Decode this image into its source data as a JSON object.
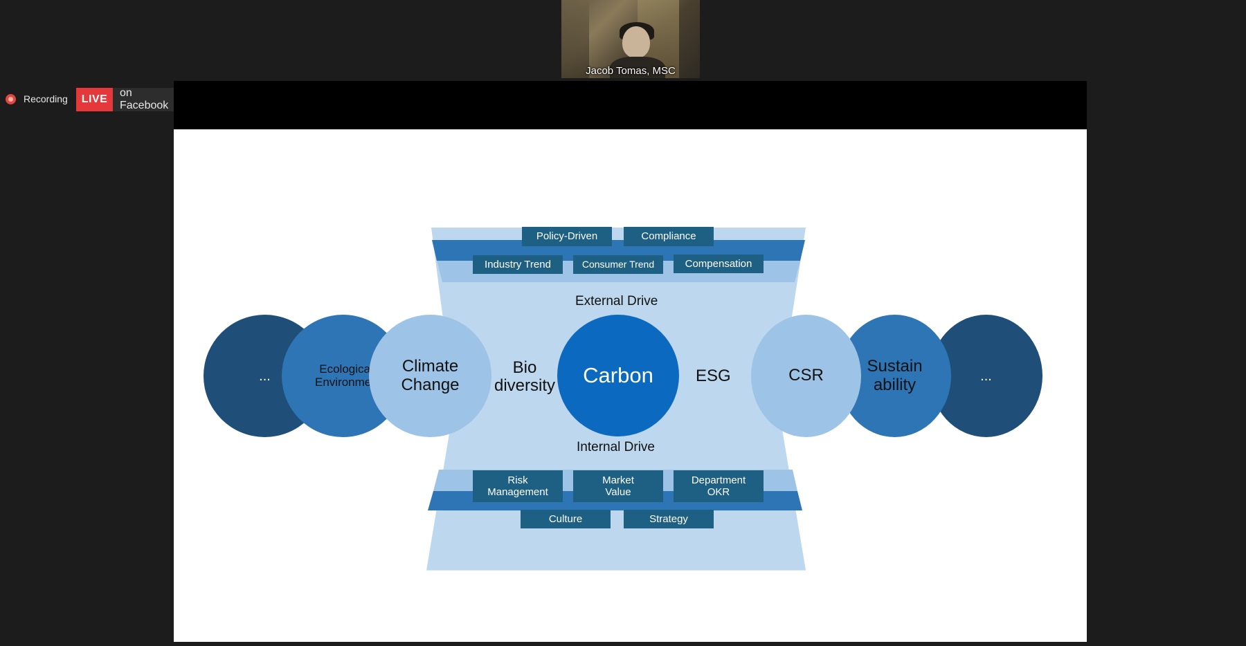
{
  "participant": {
    "name": "Jacob Tomas, MSC"
  },
  "recording": {
    "label": "Recording"
  },
  "live": {
    "badge": "LIVE",
    "destination": "on Facebook"
  },
  "diagram": {
    "center": "Carbon",
    "external_drive": "External Drive",
    "internal_drive": "Internal Drive",
    "top_tags_row1": [
      "Policy-Driven",
      "Compliance"
    ],
    "top_tags_row2": [
      "Industry Trend",
      "Consumer Trend",
      "Compensation"
    ],
    "bottom_tags_row1": [
      "Risk Management",
      "Market Value",
      "Department OKR"
    ],
    "bottom_tags_row2": [
      "Culture",
      "Strategy"
    ],
    "left_circles": [
      "...",
      "Ecological Environment",
      "Climate Change"
    ],
    "right_circles": [
      "CSR",
      "Sustain ability",
      "..."
    ],
    "inner_left": "Bio diversity",
    "inner_right": "ESG"
  },
  "colors": {
    "dark_circle": "#1f4e79",
    "mid_circle": "#2e75b6",
    "light_circle": "#9dc3e6",
    "center_circle": "#0b6abf",
    "tag": "#1e5f84",
    "hourglass_light": "#bdd7ee",
    "hourglass_band": "#2e75b6"
  }
}
